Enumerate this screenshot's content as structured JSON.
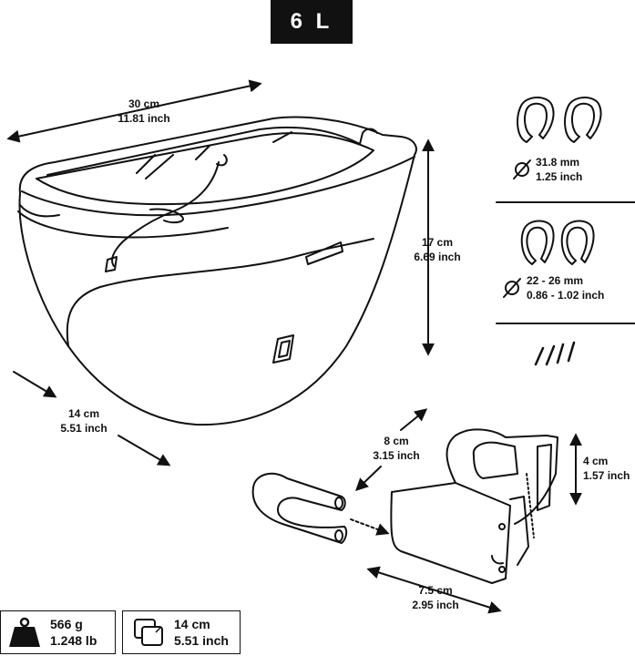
{
  "capacity": "6 L",
  "bag": {
    "width": {
      "metric": "30 cm",
      "imperial": "11.81 inch"
    },
    "height": {
      "metric": "17 cm",
      "imperial": "6.69 inch"
    },
    "depth": {
      "metric": "14 cm",
      "imperial": "5.51 inch"
    }
  },
  "clamps": [
    {
      "metric": "31.8 mm",
      "imperial": "1.25 inch"
    },
    {
      "metric": "22 - 26 mm",
      "imperial": "0.86 - 1.02 inch"
    }
  ],
  "mount": {
    "depth": {
      "metric": "8 cm",
      "imperial": "3.15 inch"
    },
    "height": {
      "metric": "4 cm",
      "imperial": "1.57 inch"
    },
    "width": {
      "metric": "7.5 cm",
      "imperial": "2.95 inch"
    }
  },
  "specs": {
    "weight": {
      "metric": "566 g",
      "imperial": "1.248 lb",
      "icon": "weight-icon"
    },
    "size": {
      "metric": "14 cm",
      "imperial": "5.51 inch",
      "icon": "size-icon"
    }
  }
}
